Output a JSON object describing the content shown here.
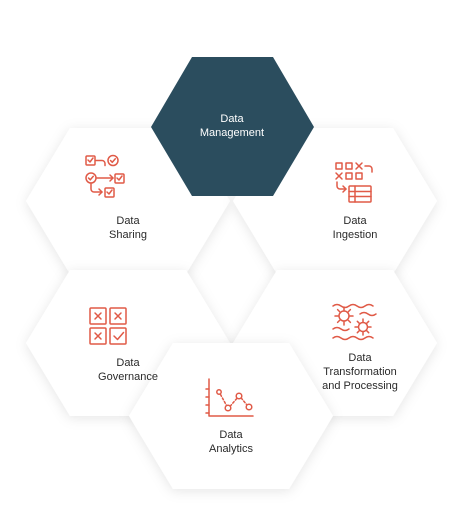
{
  "colors": {
    "hex_fill": "#ffffff",
    "center_fill": "#2b4d5e",
    "icon_accent": "#e05a47",
    "text": "#2a2a2a"
  },
  "nodes": {
    "center": {
      "line1": "Data",
      "line2": "Management"
    },
    "sharing": {
      "line1": "Data",
      "line2": "Sharing",
      "icon": "checklist-flow-icon"
    },
    "ingestion": {
      "line1": "Data",
      "line2": "Ingestion",
      "icon": "ingestion-table-icon"
    },
    "governance": {
      "line1": "Data",
      "line2": "Governance",
      "icon": "governance-grid-icon"
    },
    "transformation": {
      "line1": "Data",
      "line2": "Transformation",
      "line3": "and Processing",
      "icon": "gears-waves-icon"
    },
    "analytics": {
      "line1": "Data",
      "line2": "Analytics",
      "icon": "scatter-plot-icon"
    }
  }
}
